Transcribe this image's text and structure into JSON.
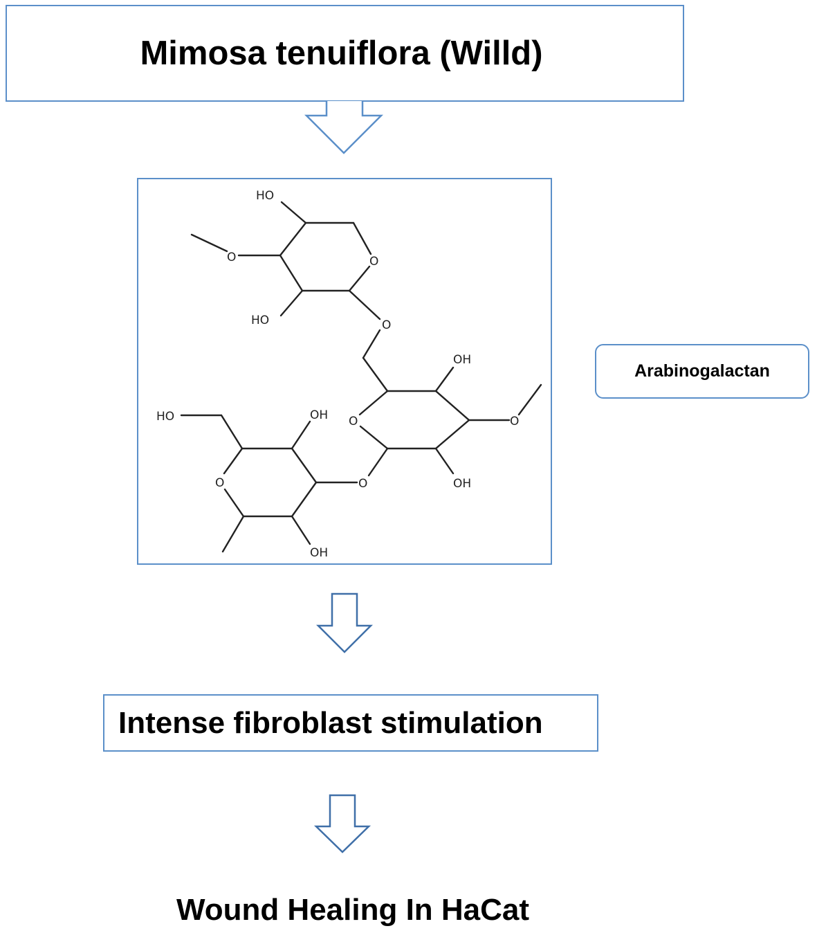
{
  "diagram": {
    "title": "Mimosa tenuiflora (Willd)",
    "compound_label": "Arabinogalactan",
    "step_label": "Intense fibroblast stimulation",
    "outcome_label": "Wound Healing In HaCat",
    "structure_atoms": {
      "ho_top": "HO",
      "o_methoxy_top": "O",
      "o_ring_top": "O",
      "ho_top_lower": "HO",
      "o_glycosidic_top": "O",
      "oh_mid_upper": "OH",
      "o_methoxy_mid": "O",
      "o_ring_mid": "O",
      "oh_mid_lower": "OH",
      "o_glycosidic_low": "O",
      "ho_ch2": "HO",
      "oh_low_upper": "OH",
      "o_ring_low": "O",
      "oh_low_lower": "OH"
    },
    "colors": {
      "box_border": "#5b8fc9",
      "arrow": "#3f6fa8",
      "bond": "#222222"
    }
  }
}
